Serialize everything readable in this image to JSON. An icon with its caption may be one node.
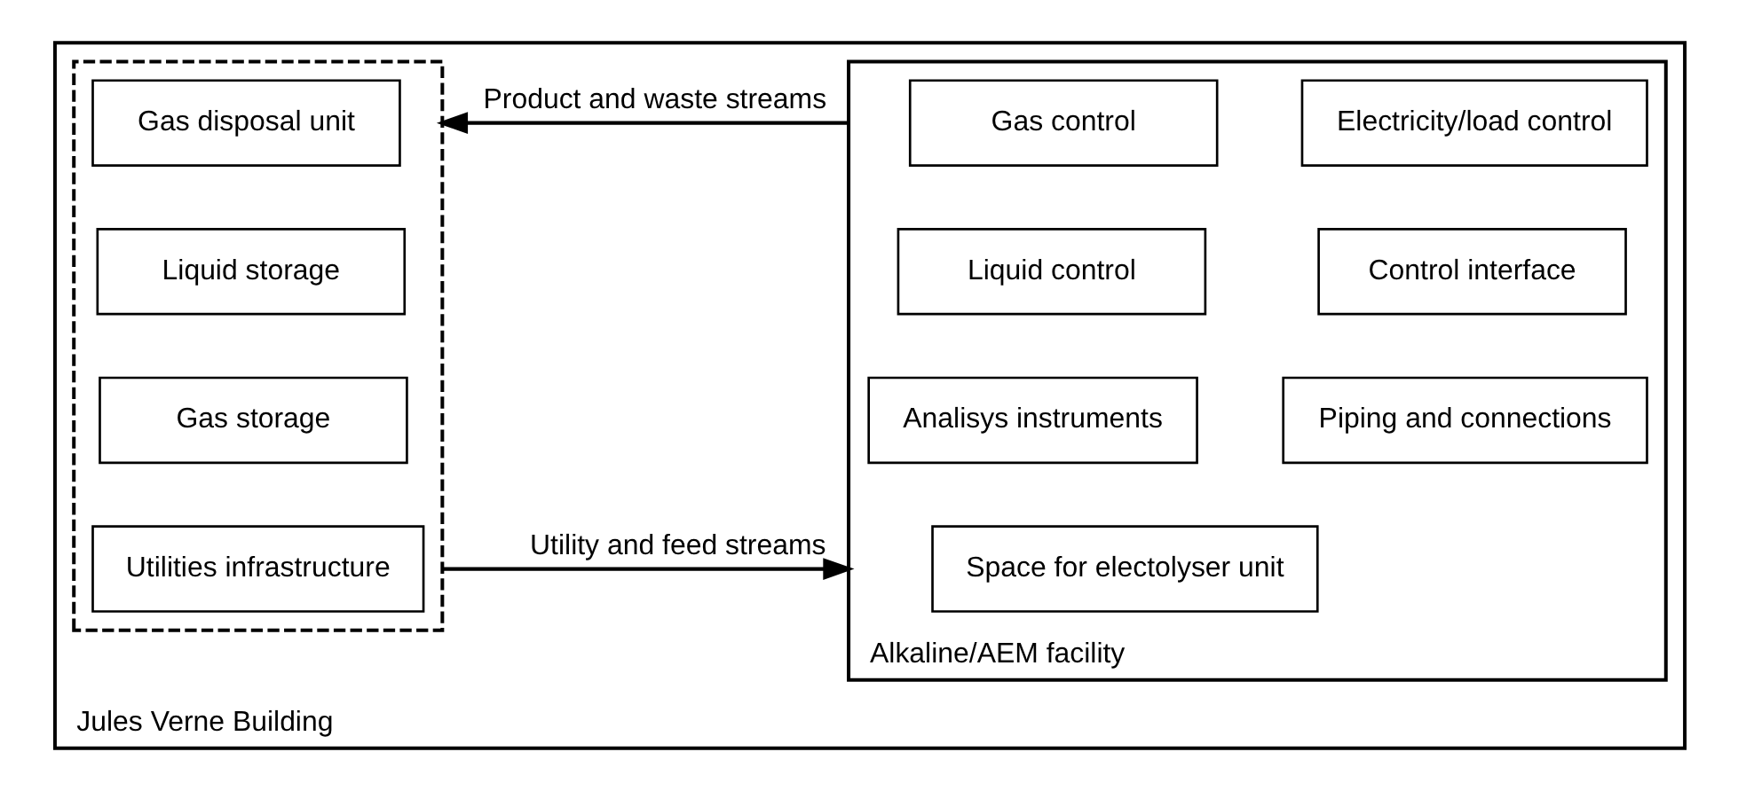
{
  "diagram": {
    "nodes": [
      {
        "text": [
          "Jules Verne Building"
        ]
      },
      {
        "text": [],
        "shape": "box",
        "in": 0
      },
      {
        "text": [
          "Gas disposal unit"
        ],
        "in": 1
      },
      {
        "text": [
          "Liquid storage"
        ],
        "in": 1
      },
      {
        "text": [
          "Gas storage"
        ],
        "in": 1
      },
      {
        "text": [
          "Utilities infrastructure"
        ],
        "in": 1
      },
      {
        "text": [
          "Alkaline/AEM facility"
        ],
        "in": 0
      },
      {
        "text": [
          "Gas control"
        ],
        "in": 6
      },
      {
        "text": [
          "Electricity/load control"
        ],
        "in": 6
      },
      {
        "text": [
          "Liquid control"
        ],
        "in": 6
      },
      {
        "text": [
          "Control interface"
        ],
        "in": 6
      },
      {
        "text": [
          "Analisys instruments"
        ],
        "in": 6
      },
      {
        "text": [
          "Piping and connections"
        ],
        "in": 6
      },
      {
        "text": [
          "Space for electolyser unit"
        ],
        "in": 6
      }
    ],
    "edges": [
      {
        "from": 6,
        "to": 1,
        "arrow": "to",
        "label": "Product and waste streams"
      },
      {
        "from": 1,
        "to": 6,
        "arrow": "to",
        "label": "Utility and feed streams"
      }
    ]
  }
}
